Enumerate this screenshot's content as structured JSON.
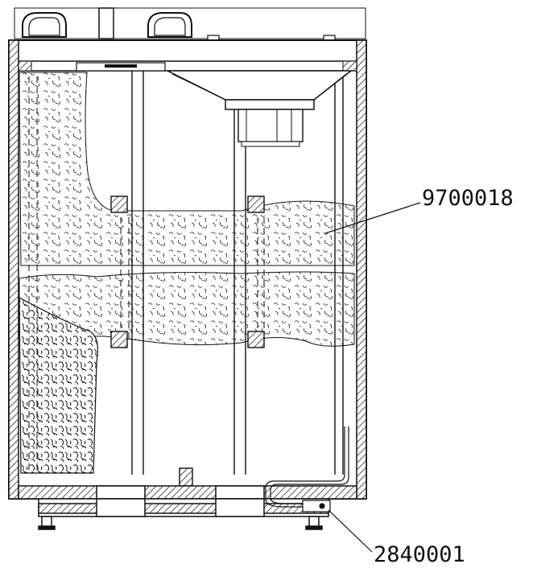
{
  "diagram": {
    "callouts": [
      {
        "id": "callout-1",
        "part_number": "9700018"
      },
      {
        "id": "callout-2",
        "part_number": "2840001"
      }
    ],
    "colors": {
      "line": "#111111",
      "background": "#ffffff",
      "insulation_fill": "#f4f4f4"
    }
  }
}
